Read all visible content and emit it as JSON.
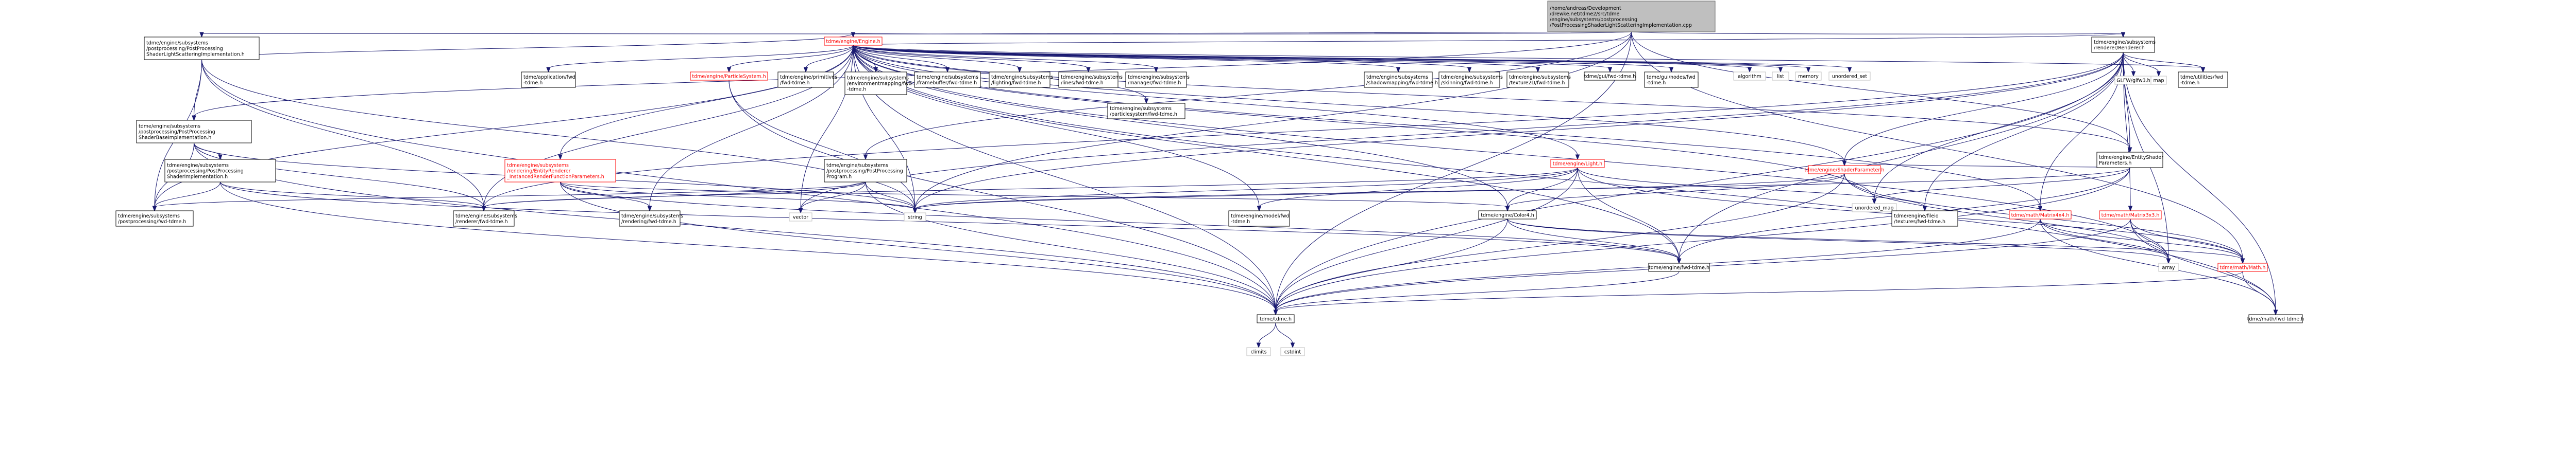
{
  "nodes": [
    {
      "id": "root",
      "type": "root",
      "lines": [
        "/home/andreas/Development",
        "/drewke.net/tdme2/src/tdme",
        "/engine/subsystems/postprocessing",
        "/PostProcessingShaderLightScatteringImplementation.cpp"
      ]
    },
    {
      "id": "lsi_h",
      "type": "plain",
      "lines": [
        "tdme/engine/subsystems",
        "/postprocessing/PostProcessing",
        "ShaderLightScatteringImplementation.h"
      ]
    },
    {
      "id": "engine_h",
      "type": "trunc",
      "lines": [
        "tdme/engine/Engine.h"
      ]
    },
    {
      "id": "renderer_h",
      "type": "plain",
      "lines": [
        "tdme/engine/subsystems",
        "/renderer/Renderer.h"
      ]
    },
    {
      "id": "app_fwd",
      "type": "plain",
      "lines": [
        "tdme/application/fwd",
        "-tdme.h"
      ]
    },
    {
      "id": "particle_sys",
      "type": "trunc",
      "lines": [
        "tdme/engine/ParticleSystem.h"
      ]
    },
    {
      "id": "prim_fwd",
      "type": "plain",
      "lines": [
        "tdme/engine/primitives",
        "/fwd-tdme.h"
      ]
    },
    {
      "id": "envmap_fwd",
      "type": "plain",
      "lines": [
        "tdme/engine/subsystems",
        "/environmentmapping/fwd",
        "-tdme.h"
      ]
    },
    {
      "id": "fb_fwd",
      "type": "plain",
      "lines": [
        "tdme/engine/subsystems",
        "/framebuffer/fwd-tdme.h"
      ]
    },
    {
      "id": "light_fwd",
      "type": "plain",
      "lines": [
        "tdme/engine/subsystems",
        "/lighting/fwd-tdme.h"
      ]
    },
    {
      "id": "lines_fwd",
      "type": "plain",
      "lines": [
        "tdme/engine/subsystems",
        "/lines/fwd-tdme.h"
      ]
    },
    {
      "id": "mgr_fwd",
      "type": "plain",
      "lines": [
        "tdme/engine/subsystems",
        "/manager/fwd-tdme.h"
      ]
    },
    {
      "id": "shadow_fwd",
      "type": "plain",
      "lines": [
        "tdme/engine/subsystems",
        "/shadowmapping/fwd-tdme.h"
      ]
    },
    {
      "id": "skin_fwd",
      "type": "plain",
      "lines": [
        "tdme/engine/subsystems",
        "/skinning/fwd-tdme.h"
      ]
    },
    {
      "id": "tex2d_fwd",
      "type": "plain",
      "lines": [
        "tdme/engine/subsystems",
        "/texture2D/fwd-tdme.h"
      ]
    },
    {
      "id": "gui_fwd",
      "type": "plain",
      "lines": [
        "tdme/gui/fwd-tdme.h"
      ]
    },
    {
      "id": "guinodes_fwd",
      "type": "plain",
      "lines": [
        "tdme/gui/nodes/fwd",
        "-tdme.h"
      ]
    },
    {
      "id": "algorithm",
      "type": "ext",
      "lines": [
        "algorithm"
      ]
    },
    {
      "id": "list",
      "type": "ext",
      "lines": [
        "list"
      ]
    },
    {
      "id": "memory",
      "type": "ext",
      "lines": [
        "memory"
      ]
    },
    {
      "id": "unordered_set",
      "type": "ext",
      "lines": [
        "unordered_set"
      ]
    },
    {
      "id": "base_h",
      "type": "plain",
      "lines": [
        "tdme/engine/subsystems",
        "/postprocessing/PostProcessing",
        "ShaderBaseImplementation.h"
      ]
    },
    {
      "id": "psys_fwd",
      "type": "plain",
      "lines": [
        "tdme/engine/subsystems",
        "/particlesystem/fwd-tdme.h"
      ]
    },
    {
      "id": "ppimpl_h",
      "type": "plain",
      "lines": [
        "tdme/engine/subsystems",
        "/postprocessing/PostProcessing",
        "ShaderImplementation.h"
      ]
    },
    {
      "id": "instanced_h",
      "type": "trunc",
      "lines": [
        "tdme/engine/subsystems",
        "/rendering/EntityRenderer",
        "_InstancedRenderFunctionParameters.h"
      ]
    },
    {
      "id": "program_h",
      "type": "plain",
      "lines": [
        "tdme/engine/subsystems",
        "/postprocessing/PostProcessing",
        "Program.h"
      ]
    },
    {
      "id": "light_h",
      "type": "trunc",
      "lines": [
        "tdme/engine/Light.h"
      ]
    },
    {
      "id": "entity_shader_h",
      "type": "plain",
      "lines": [
        "tdme/engine/EntityShader",
        "Parameters.h"
      ]
    },
    {
      "id": "shader_param_h",
      "type": "trunc",
      "lines": [
        "tdme/engine/ShaderParameter.h"
      ]
    },
    {
      "id": "pp_fwd",
      "type": "plain",
      "lines": [
        "tdme/engine/subsystems",
        "/postprocessing/fwd-tdme.h"
      ]
    },
    {
      "id": "renderer_fwd",
      "type": "plain",
      "lines": [
        "tdme/engine/subsystems",
        "/renderer/fwd-tdme.h"
      ]
    },
    {
      "id": "rendering_fwd",
      "type": "plain",
      "lines": [
        "tdme/engine/subsystems",
        "/rendering/fwd-tdme.h"
      ]
    },
    {
      "id": "vector",
      "type": "ext",
      "lines": [
        "vector"
      ]
    },
    {
      "id": "string",
      "type": "ext",
      "lines": [
        "string"
      ]
    },
    {
      "id": "model_fwd",
      "type": "plain",
      "lines": [
        "tdme/engine/model/fwd",
        "-tdme.h"
      ]
    },
    {
      "id": "color4_h",
      "type": "plain",
      "lines": [
        "tdme/engine/Color4.h"
      ]
    },
    {
      "id": "unordered_map",
      "type": "ext",
      "lines": [
        "unordered_map"
      ]
    },
    {
      "id": "engine_fwd",
      "type": "plain",
      "lines": [
        "tdme/engine/fwd-tdme.h"
      ]
    },
    {
      "id": "fileio_fwd",
      "type": "plain",
      "lines": [
        "tdme/engine/fileio",
        "/textures/fwd-tdme.h"
      ]
    },
    {
      "id": "glfw",
      "type": "ext",
      "lines": [
        "GLFW/glfw3.h"
      ]
    },
    {
      "id": "map",
      "type": "ext",
      "lines": [
        "map"
      ]
    },
    {
      "id": "utilities_fwd",
      "type": "plain",
      "lines": [
        "tdme/utilities/fwd",
        "-tdme.h"
      ]
    },
    {
      "id": "matrix4x4",
      "type": "trunc",
      "lines": [
        "tdme/math/Matrix4x4.h"
      ]
    },
    {
      "id": "matrix3x3",
      "type": "trunc",
      "lines": [
        "tdme/math/Matrix3x3.h"
      ]
    },
    {
      "id": "array",
      "type": "ext",
      "lines": [
        "array"
      ]
    },
    {
      "id": "math_h",
      "type": "trunc",
      "lines": [
        "tdme/math/Math.h"
      ]
    },
    {
      "id": "tdme_h",
      "type": "plain",
      "lines": [
        "tdme/tdme.h"
      ]
    },
    {
      "id": "math_fwd",
      "type": "plain",
      "lines": [
        "tdme/math/fwd-tdme.h"
      ]
    },
    {
      "id": "climits",
      "type": "ext",
      "lines": [
        "climits"
      ]
    },
    {
      "id": "cstdint",
      "type": "ext",
      "lines": [
        "cstdint"
      ]
    }
  ]
}
